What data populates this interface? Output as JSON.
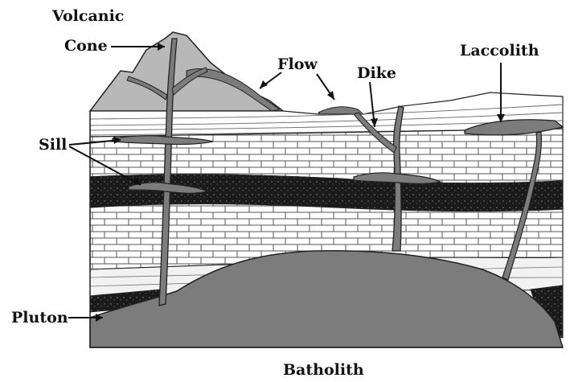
{
  "labels": {
    "volcanic_1": "Volcanic",
    "volcanic_2": "Cone",
    "flow": "Flow",
    "dike": "Dike",
    "laccolith": "Laccolith",
    "sill": "Sill",
    "pluton": "Pluton",
    "batholith": "Batholith"
  },
  "colors": {
    "magma": "#7c7c7c",
    "cone": "#b8b8b8",
    "dark_layer": "#1a1a1a",
    "brick_line": "#555555",
    "line": "#111111"
  }
}
